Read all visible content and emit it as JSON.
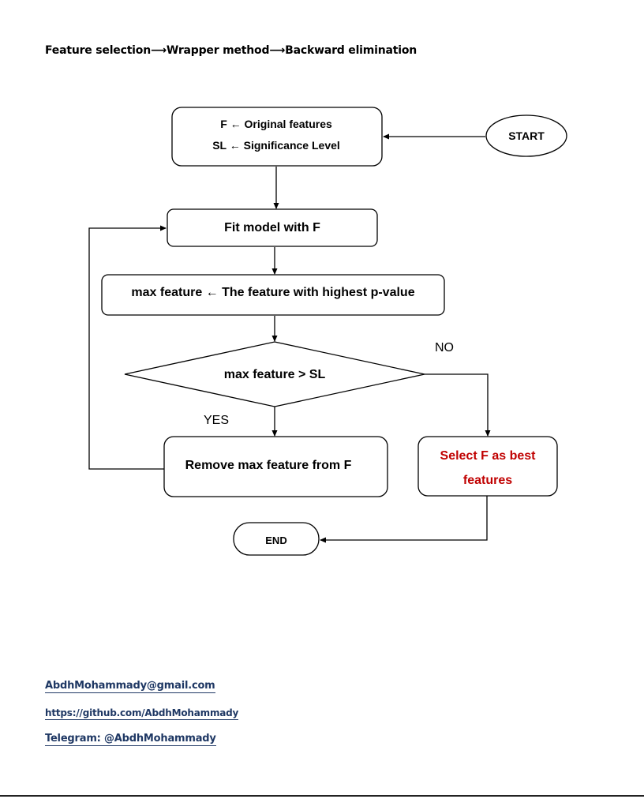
{
  "breadcrumb": {
    "part1": "Feature selection",
    "part2": "Wrapper method",
    "part3": "Backward elimination",
    "separator": "⟶"
  },
  "flowchart": {
    "start": "START",
    "init_line1": "F ← Original features",
    "init_line2": "SL ← Significance Level",
    "fit": "Fit model with F",
    "max_feature": "max feature ← The feature with highest p-value",
    "decision": "max feature > SL",
    "no_label": "NO",
    "yes_label": "YES",
    "remove": "Remove max feature from F",
    "select_line1": "Select F as best",
    "select_line2": "features",
    "end": "END",
    "select_color": "#c00000"
  },
  "contacts": {
    "email": "AbdhMohammady@gmail.com",
    "github": "https://github.com/AbdhMohammady",
    "telegram": "Telegram: @AbdhMohammady",
    "link_color": "#1f3864"
  }
}
